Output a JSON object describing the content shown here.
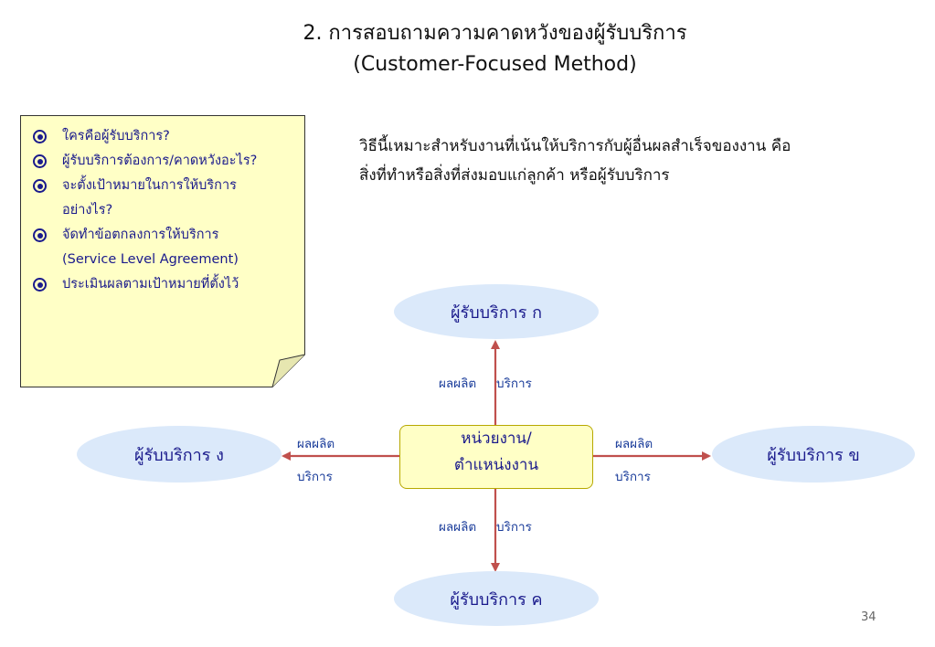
{
  "title": {
    "line1": "2. การสอบถามความคาดหวังของผู้รับบริการ",
    "line2": "(Customer-Focused Method)"
  },
  "note": {
    "items": [
      "ใครคือผู้รับบริการ?",
      "ผู้รับบริการต้องการ/คาดหวังอะไร?",
      "จะตั้งเป้าหมายในการให้บริการ",
      "อย่างไร?",
      "จัดทำข้อตกลงการให้บริการ",
      "(Service Level Agreement)",
      "ประเมินผลตามเป้าหมายที่ตั้งไว้"
    ]
  },
  "description": {
    "line1": "วิธีนี้เหมาะสำหรับงานที่เน้นให้บริการกับผู้อื่นผลสำเร็จของงาน คือ",
    "line2": "สิ่งที่ทำหรือสิ่งที่ส่งมอบแก่ลูกค้า หรือผู้รับบริการ"
  },
  "diagram": {
    "center": {
      "line1": "หน่วยงาน/",
      "line2": "ตำแหน่งงาน"
    },
    "customer_top": "ผู้รับบริการ ก",
    "customer_right": "ผู้รับบริการ ข",
    "customer_bottom": "ผู้รับบริการ ค",
    "customer_left": "ผู้รับบริการ ง",
    "label_product": "ผลผลิต",
    "label_service": "บริการ"
  },
  "page_number": "34",
  "colors": {
    "arrow": "#c0504d",
    "ellipse_fill": "#dbe9fa",
    "center_fill": "#ffffc6",
    "note_fill": "#ffffc6",
    "text_blue": "#1a1a8c"
  }
}
